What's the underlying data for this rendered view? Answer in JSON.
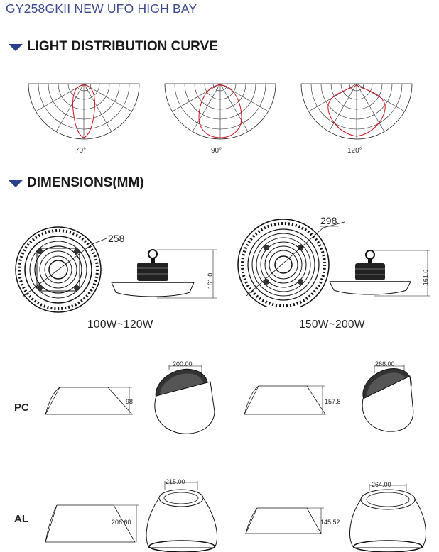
{
  "header": {
    "title": "GY258GKII NEW UFO HIGH BAY"
  },
  "sections": {
    "light_curve": {
      "title": "LIGHT DISTRIBUTION CURVE"
    },
    "dimensions": {
      "title": "DIMENSIONS(MM)"
    }
  },
  "curves": [
    {
      "label": "70°"
    },
    {
      "label": "90°"
    },
    {
      "label": "120°"
    }
  ],
  "fixtures": [
    {
      "watt": "100W~120W",
      "diameter": "258",
      "height": "161.0"
    },
    {
      "watt": "150W~200W",
      "diameter": "298",
      "height": "161.0"
    }
  ],
  "reflectors": {
    "pc": {
      "label": "PC",
      "left": {
        "height": "98",
        "diameter": "200.00"
      },
      "right": {
        "height": "157.8",
        "diameter": "268.00"
      }
    },
    "al": {
      "label": "AL",
      "left": {
        "height": "206.60",
        "diameter": "215.00"
      },
      "right": {
        "height": "145.52",
        "diameter": "264.00"
      }
    }
  },
  "colors": {
    "title": "#3b4a8e",
    "triangle": "#2c3f8f",
    "curve": "#d0121b"
  }
}
